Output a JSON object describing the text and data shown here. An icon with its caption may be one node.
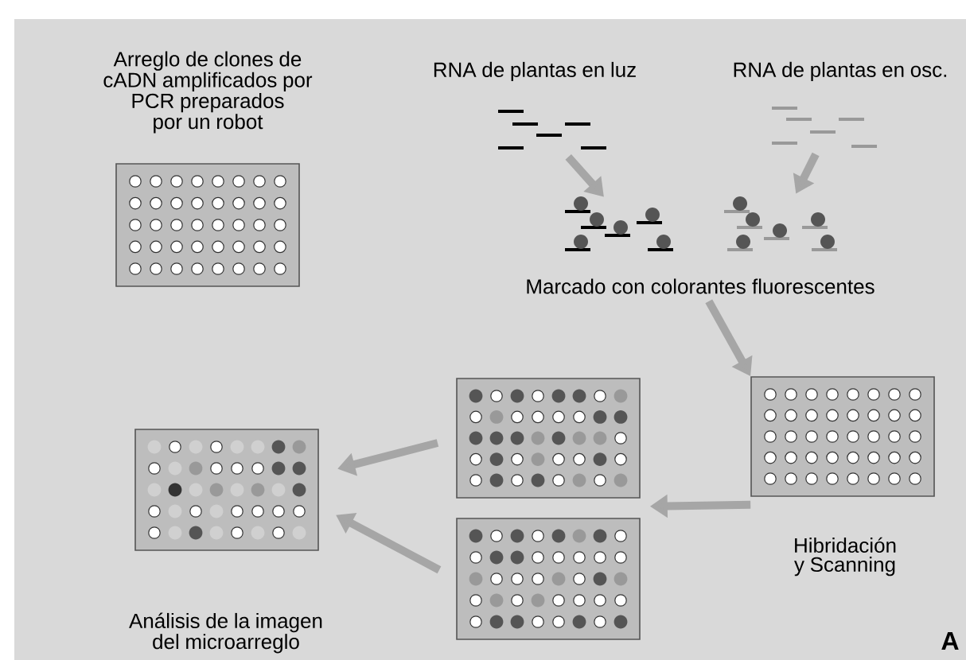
{
  "diagram": {
    "nodes": [
      {
        "text": [],
        "shape": "box",
        "beside": [
          "Arreglo de clones de cADN amplificados por PCR preparados por un robot"
        ]
      },
      {
        "text": [],
        "shape": "picture",
        "beside": [
          "RNA de plantas en luz"
        ]
      },
      {
        "text": [],
        "shape": "picture",
        "beside": [
          "RNA de plantas en osc."
        ]
      },
      {
        "text": [],
        "shape": "picture"
      },
      {
        "text": [],
        "shape": "picture"
      },
      {
        "text": [
          "Marcado con colorantes fluorescentes"
        ]
      },
      {
        "text": [],
        "shape": "box",
        "beside": [
          "Hibridación y Scanning"
        ]
      },
      {
        "text": [],
        "shape": "box"
      },
      {
        "text": [],
        "shape": "box"
      },
      {
        "text": [],
        "shape": "box",
        "beside": [
          "Análisis de la imagen del microarreglo"
        ]
      }
    ],
    "edges": [
      {
        "from": 1,
        "to": 3,
        "arrow": "to"
      },
      {
        "from": 2,
        "to": 4,
        "arrow": "to"
      },
      {
        "from": 5,
        "to": 6,
        "arrow": "to"
      },
      {
        "from": 6,
        "to": 7,
        "arrow": "to"
      },
      {
        "from": 7,
        "to": 9,
        "arrow": "to"
      },
      {
        "from": 8,
        "to": 9,
        "arrow": "to"
      }
    ],
    "labels": [
      "A"
    ]
  }
}
